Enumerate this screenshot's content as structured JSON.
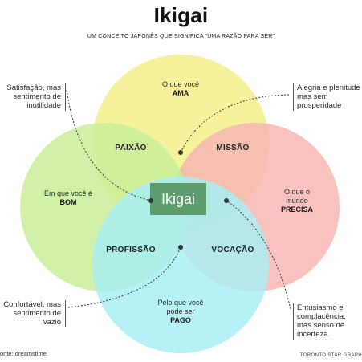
{
  "title": "Ikigai",
  "subtitle": "UM CONCEITO JAPONÊS QUE SIGNIFICA \"UMA RAZÃO PARA SER\"",
  "colors": {
    "love_circle": "#f5f08a",
    "need_circle": "#f8b7b3",
    "good_circle": "#c9ef9a",
    "paid_circle": "#a9eef3",
    "center_box": "#5e9e6e",
    "leader_line": "#333333"
  },
  "circles": {
    "love": {
      "line1": "O que você",
      "line2": "AMA"
    },
    "good": {
      "line1": "Em que você é",
      "line2": "BOM"
    },
    "need": {
      "line1": "O que o",
      "line2": "mundo",
      "line3": "PRECISA"
    },
    "paid": {
      "line1": "Pelo que você",
      "line2": "pode ser",
      "line3": "PAGO"
    }
  },
  "overlaps": {
    "passion": "PAIXÃO",
    "mission": "MISSÃO",
    "profession": "PROFISSÃO",
    "vocation": "VOCAÇÃO"
  },
  "center": "Ikigai",
  "notes": {
    "top_left": {
      "line1": "Satisfação, mas",
      "line2": "sentimento de",
      "line3": "inutilidade"
    },
    "top_right": {
      "line1": "Alegria e plenitude",
      "line2": "mas sem",
      "line3": "prosperidade"
    },
    "bottom_left": {
      "line1": "Confortável, mas",
      "line2": "sentimento de",
      "line3": "vazio"
    },
    "bottom_right": {
      "line1": "Entusiasmo e",
      "line2": "complacência,",
      "line3": "mas senso de",
      "line4": "incerteza"
    }
  },
  "source": "onte: dreamstime.",
  "credit": "TORONTO STAR GRAPH"
}
